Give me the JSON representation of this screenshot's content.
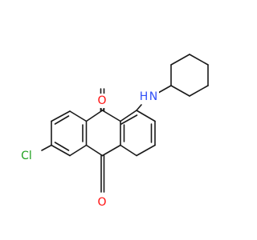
{
  "molecule": {
    "atoms": {
      "oxygen_top": {
        "text": "O",
        "color": "#ff0d0d"
      },
      "oxygen_bottom": {
        "text": "O",
        "color": "#ff0d0d"
      },
      "chlorine": {
        "text": "Cl",
        "color": "#1fa01f"
      },
      "nitrogen": {
        "text": "N",
        "color": "#3050f8"
      },
      "nitrogen_h": {
        "text": "H",
        "color": "#3050f8"
      }
    },
    "bond_color": "#1a1a1a",
    "background": "#ffffff"
  }
}
